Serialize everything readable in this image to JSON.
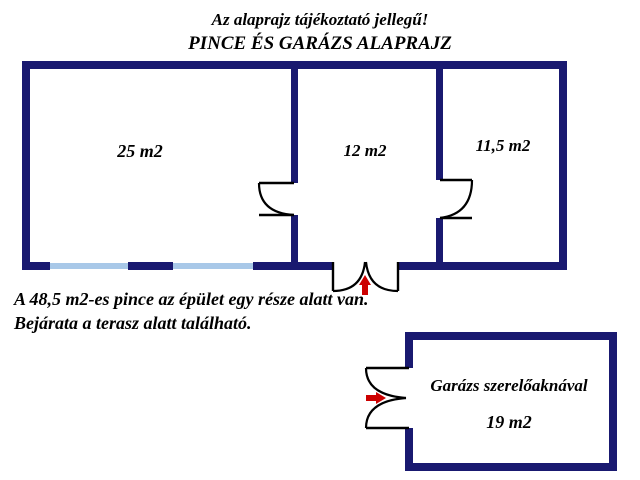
{
  "document": {
    "title_line_1": "Az alaprajz tájékoztató jellegű!",
    "title_line_2": "PINCE ÉS GARÁZS ALAPRAJZ"
  },
  "colors": {
    "wall": "#191970",
    "window": "#a8c8e8",
    "door_arc": "#000000",
    "arrow": "#cc0000",
    "text": "#000000",
    "background": "#ffffff"
  },
  "cellar_plan": {
    "rooms": [
      {
        "name": "cellar-room-left",
        "area_label": "25 m2"
      },
      {
        "name": "cellar-room-middle",
        "area_label": "12 m2"
      },
      {
        "name": "cellar-room-right",
        "area_label": "11,5 m2"
      }
    ],
    "features": {
      "entrance_arrow": "up-arrow-icon",
      "entrance_doors": "double-door",
      "windows": 2
    }
  },
  "notes": {
    "line_1": "A 48,5 m2-es pince az épület egy része alatt van.",
    "line_2": "Bejárata a terasz alatt található."
  },
  "garage_plan": {
    "name_label": "Garázs szerelőaknával",
    "area_label": "19 m2",
    "features": {
      "entrance_arrow": "right-arrow-icon",
      "entrance_doors": "double-door"
    }
  }
}
